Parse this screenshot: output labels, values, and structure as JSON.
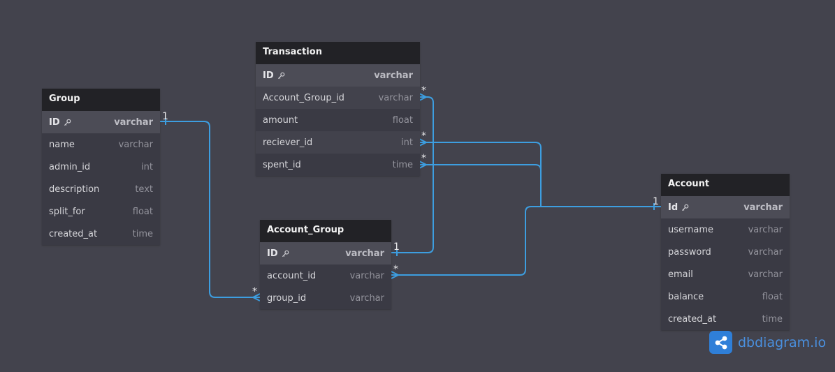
{
  "tables": {
    "group": {
      "title": "Group",
      "fields": [
        {
          "name": "ID",
          "type": "varchar",
          "pk": true
        },
        {
          "name": "name",
          "type": "varchar"
        },
        {
          "name": "admin_id",
          "type": "int"
        },
        {
          "name": "description",
          "type": "text"
        },
        {
          "name": "split_for",
          "type": "float"
        },
        {
          "name": "created_at",
          "type": "time"
        }
      ]
    },
    "transaction": {
      "title": "Transaction",
      "fields": [
        {
          "name": "ID",
          "type": "varchar",
          "pk": true
        },
        {
          "name": "Account_Group_id",
          "type": "varchar"
        },
        {
          "name": "amount",
          "type": "float"
        },
        {
          "name": "reciever_id",
          "type": "int"
        },
        {
          "name": "spent_id",
          "type": "time"
        }
      ]
    },
    "account_group": {
      "title": "Account_Group",
      "fields": [
        {
          "name": "ID",
          "type": "varchar",
          "pk": true
        },
        {
          "name": "account_id",
          "type": "varchar"
        },
        {
          "name": "group_id",
          "type": "varchar"
        }
      ]
    },
    "account": {
      "title": "Account",
      "fields": [
        {
          "name": "Id",
          "type": "varchar",
          "pk": true
        },
        {
          "name": "username",
          "type": "varchar"
        },
        {
          "name": "password",
          "type": "varchar"
        },
        {
          "name": "email",
          "type": "varchar"
        },
        {
          "name": "balance",
          "type": "float"
        },
        {
          "name": "created_at",
          "type": "time"
        }
      ]
    }
  },
  "relationships": [
    {
      "from": "group.ID",
      "to": "account_group.group_id",
      "from_card": "1",
      "to_card": "*"
    },
    {
      "from": "account_group.ID",
      "to": "transaction.Account_Group_id",
      "from_card": "1",
      "to_card": "*"
    },
    {
      "from": "account.Id",
      "to": "transaction.reciever_id",
      "from_card": "1",
      "to_card": "*"
    },
    {
      "from": "account.Id",
      "to": "transaction.spent_id",
      "from_card": "1",
      "to_card": "*"
    },
    {
      "from": "account.Id",
      "to": "account_group.account_id",
      "from_card": "1",
      "to_card": "*"
    }
  ],
  "brand": {
    "name": "dbdiagram",
    "suffix": ".io",
    "logo_icon": "share-nodes-icon"
  },
  "colors": {
    "wire": "#3d9ee0",
    "background": "#43434d"
  }
}
